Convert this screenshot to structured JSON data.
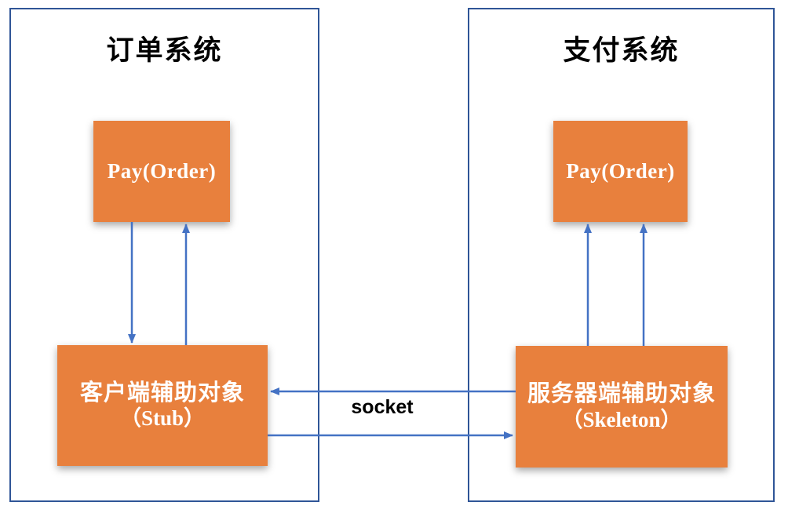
{
  "diagram": {
    "left_panel": {
      "title": "订单系统",
      "pay_box": "Pay(Order)",
      "helper_line1": "客户端辅助对象",
      "helper_line2": "（Stub）"
    },
    "right_panel": {
      "title": "支付系统",
      "pay_box": "Pay(Order)",
      "helper_line1": "服务器端辅助对象",
      "helper_line2": "（Skeleton）"
    },
    "connection": {
      "socket_label": "socket"
    },
    "icons": {
      "arrows": [
        "arrow-pay-to-stub-down",
        "arrow-stub-to-pay-up",
        "arrow-skeleton-to-pay-up-left",
        "arrow-skeleton-to-pay-up-right",
        "arrow-socket-to-stub-left",
        "arrow-socket-to-skeleton-right"
      ]
    },
    "colors": {
      "box_fill": "#E8803D",
      "panel_border": "#2F5597",
      "arrow": "#4472C4",
      "text_on_box": "#FFFFFF",
      "title_text": "#000000",
      "background": "#FFFFFF"
    }
  }
}
